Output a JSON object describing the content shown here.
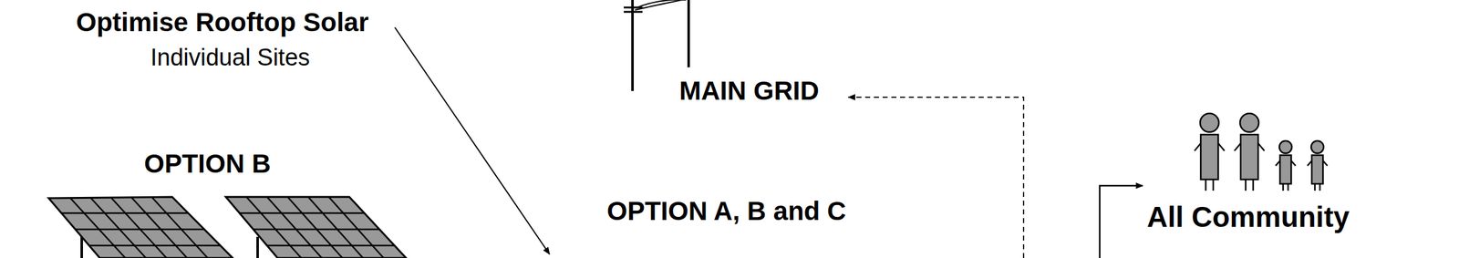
{
  "diagram": {
    "labels": [
      "Optimise Rooftop Solar",
      "Individual Sites",
      "MAIN GRID",
      "OPTION B",
      "OPTION A, B and C",
      "All Community"
    ]
  }
}
